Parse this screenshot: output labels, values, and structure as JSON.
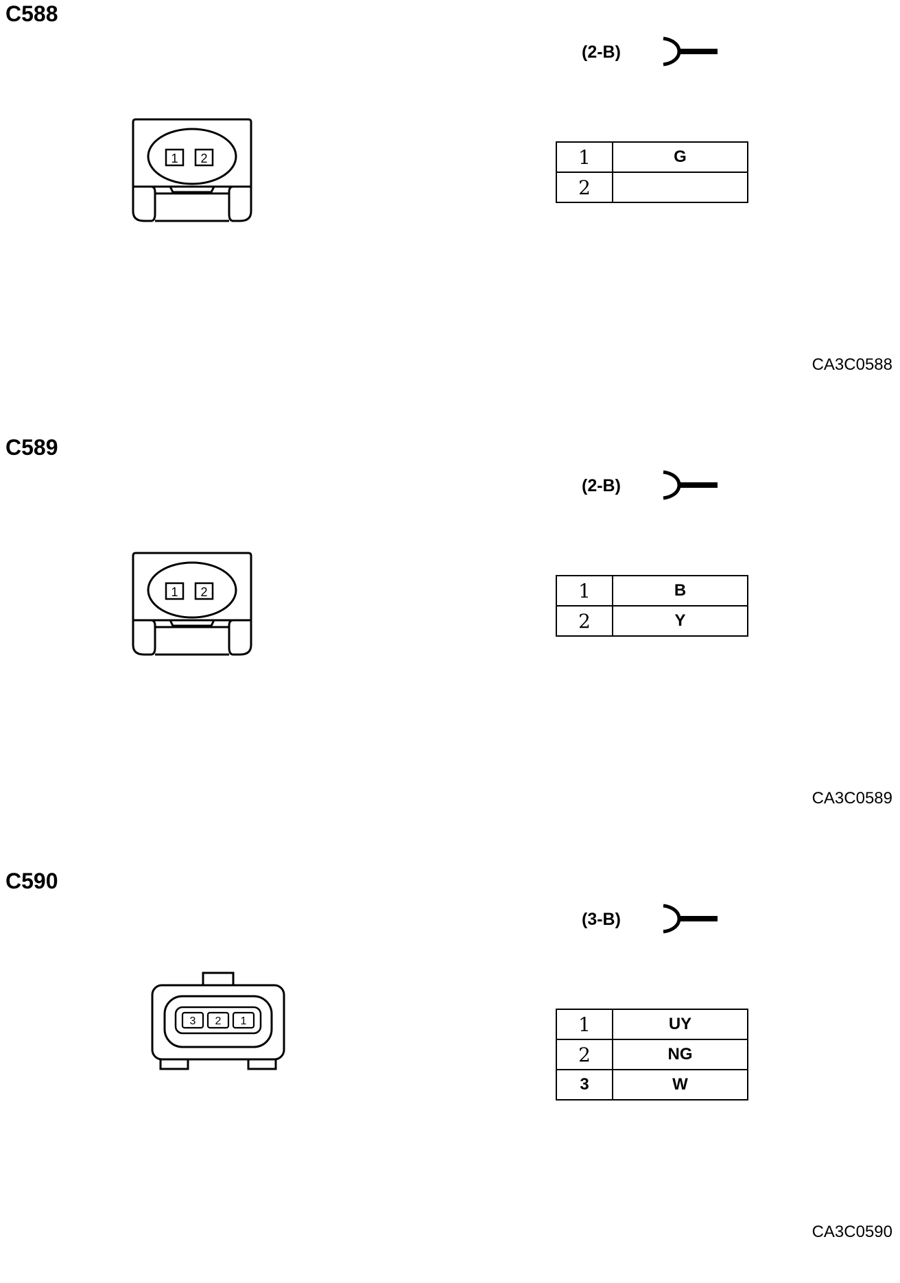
{
  "sections": [
    {
      "title": "C588",
      "spec": "(2-B)",
      "pins": [
        {
          "pin": "1",
          "wire": "G"
        },
        {
          "pin": "2",
          "wire": ""
        }
      ],
      "connector_pins": [
        "1",
        "2"
      ],
      "code": "CA3C0588"
    },
    {
      "title": "C589",
      "spec": "(2-B)",
      "pins": [
        {
          "pin": "1",
          "wire": "B"
        },
        {
          "pin": "2",
          "wire": "Y"
        }
      ],
      "connector_pins": [
        "1",
        "2"
      ],
      "code": "CA3C0589"
    },
    {
      "title": "C590",
      "spec": "(3-B)",
      "pins": [
        {
          "pin": "1",
          "wire": "UY"
        },
        {
          "pin": "2",
          "wire": "NG"
        },
        {
          "pin": "3",
          "wire": "W"
        }
      ],
      "connector_pins": [
        "3",
        "2",
        "1"
      ],
      "code": "CA3C0590"
    }
  ]
}
